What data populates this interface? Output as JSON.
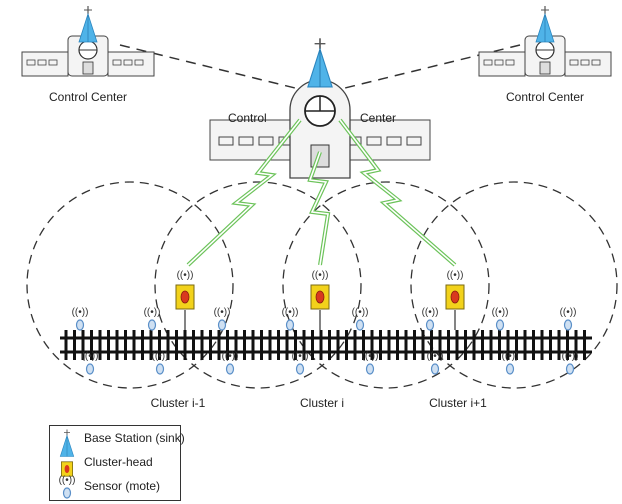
{
  "buildings": {
    "left_label": "Control Center",
    "right_label": "Control Center",
    "center_label_left": "Control",
    "center_label_right": "Center"
  },
  "clusters": [
    {
      "label": "Cluster i-1"
    },
    {
      "label": "Cluster i"
    },
    {
      "label": "Cluster i+1"
    }
  ],
  "legend": {
    "base_station": "Base Station (sink)",
    "cluster_head": "Cluster-head",
    "sensor": "Sensor (mote)"
  },
  "colors": {
    "antenna": "#4fb3e8",
    "link_green": "#6cc35a",
    "cluster_head_fill": "#f2d21b",
    "cluster_head_core": "#d9381e",
    "sensor": "#5a8fc8",
    "rail": "#111111"
  },
  "icons": [
    "antenna-icon",
    "building-icon",
    "wireless-link-icon",
    "cluster-head-icon",
    "sensor-icon",
    "railway-track-icon"
  ]
}
